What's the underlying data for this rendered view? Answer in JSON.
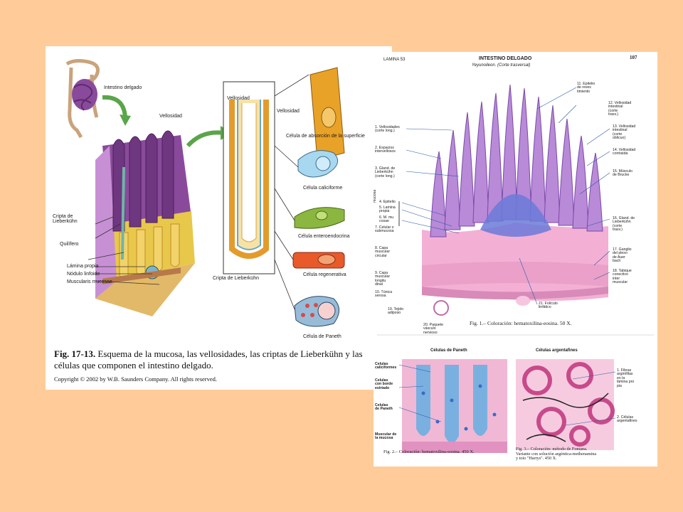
{
  "left_panel": {
    "labels": {
      "intestino": "Intestino delgado",
      "vellosidad_left": "Vellosidad",
      "vellosidad_mid": "Vellosidad",
      "vellosidad_right": "Vellosidad",
      "cripta": "Cripta de\nLieberkühn",
      "quilifero": "Quilífero",
      "lamina": "Lámina propia",
      "nodulo": "Nódulo linfoide",
      "muscularis": "Muscularis mucosae",
      "cripta_bottom": "Cripta de Lieberkühn",
      "cell_absorcion": "Célula de absorción de la superficie",
      "cell_caliciforme": "Célula caliciforme",
      "cell_entero": "Célula enteroendocrina",
      "cell_regenerativa": "Célula regenerativa",
      "cell_paneth": "Célula de Paneth"
    },
    "caption_bold": "Fig. 17-13.",
    "caption_text": " Esquema de la mucosa, las vellosidades, las criptas de Lieberkühn y las células que componen el intestino delgado.",
    "copyright": "Copyright © 2002 by W.B. Saunders Company. All rights reserved."
  },
  "right_panel": {
    "lamina": "LAMINA 53",
    "title": "INTESTINO DELGADO",
    "subtitle": "Yeyunoileon. (Corte trasversal)",
    "page_number": "107",
    "left_labels": [
      "1. Vellosidades\n(corte long.)",
      "2. Espacios\nintervellosos",
      "3. Gland. de\nLieberkühn\n(corte long.)",
      "4. Epitelio",
      "5. Lamina\npropia",
      "6. M. mu\ncosae",
      "7. Celular o\nsubmucosa",
      "8. Capa\nmuscular\ncircular",
      "9. Capa\nmuscular\nlongitu\ndinal",
      "10. Túnica\nserosa",
      "19. Tejido\nadiposo",
      "20. Paquete\nvásculo\nnervioso"
    ],
    "mucosa_label": "mucosa",
    "right_labels": [
      "11. Epitelio\nde reves\ntimiento",
      "12. Vellosidad\nintestinal\n(corte\ntrasv.)",
      "13. Vellosidad\nintestinal\n(corte\noblicuo)",
      "14. Vellosidad\ncontraida",
      "15. Músculo\nde Brucke",
      "16. Gland. de\nLieberkühn\n(corte\ntrasv.)",
      "17. Ganglio\ndel plexo\nde Auer\nbach",
      "18. Tabique\nconectivo\ninter\nmuscular",
      "21. Folículo\nlinfático"
    ],
    "fig1_caption": "Fig. 1.– Coloración: hematoxilina-eosina. 50 X.",
    "sub_left_title": "Células de Paneth",
    "sub_right_title": "Células argentafines",
    "sub_left_labels": [
      "Celulas\ncaliciformes",
      "Celulas\ncon borde\nestriado",
      "Celulas\nde Paneth",
      "Muscular de\nla mucosa"
    ],
    "sub_right_labels": [
      "1. Fibras\nargirófilas\nen la\nlámina pro\npia",
      "2. Células\nargentafines"
    ],
    "fig2_caption": "Fig. 2.– Coloración: hematoxilina-eosina. 450 X.",
    "fig3_caption": "Fig. 3.– Coloración: método de Fontana.\nVariante con solución argéntica-methenamina\ny toio \"Harrys\". 450 X."
  }
}
